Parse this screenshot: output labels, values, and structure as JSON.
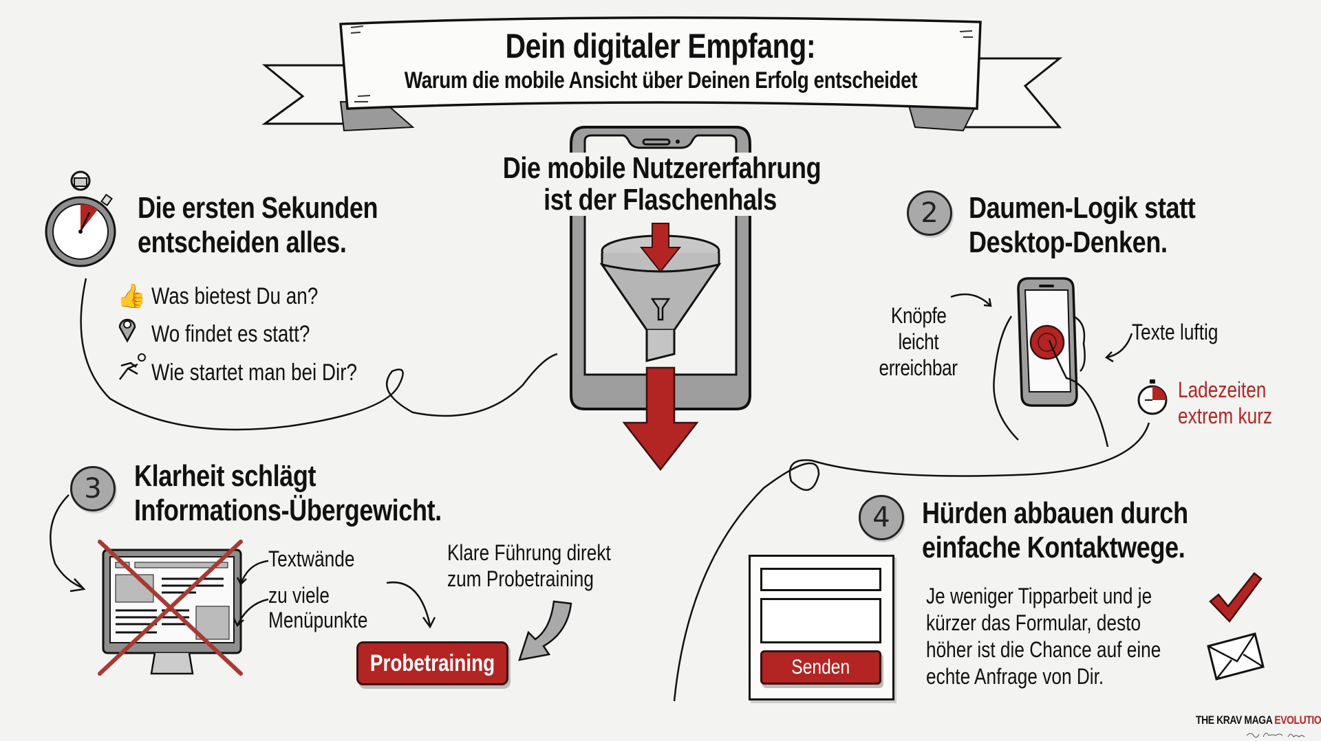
{
  "banner": {
    "title": "Dein digitaler Empfang:",
    "subtitle": "Warum die mobile Ansicht über Deinen Erfolg entscheidet"
  },
  "center": {
    "heading_line1": "Die mobile Nutzererfahrung",
    "heading_line2": "ist der Flaschenhals",
    "icons": [
      "smartphone-icon",
      "funnel-icon",
      "arrow-down-icon"
    ]
  },
  "section1": {
    "icon": "stopwatch-icon",
    "heading_line1": "Die ersten Sekunden",
    "heading_line2": "entscheiden alles.",
    "items": [
      {
        "icon": "thumbs-up-icon",
        "label": "Was bietest Du an?"
      },
      {
        "icon": "location-pin-icon",
        "label": "Wo findet es statt?"
      },
      {
        "icon": "running-person-icon",
        "label": "Wie startet man bei Dir?"
      }
    ]
  },
  "section2": {
    "number": "2",
    "heading_line1": "Daumen-Logik statt",
    "heading_line2": "Desktop-Denken.",
    "label_buttons": [
      "Knöpfe",
      "leicht",
      "erreichbar"
    ],
    "label_text": "Texte luftig",
    "label_loading": [
      "Ladezeiten",
      "extrem kurz"
    ]
  },
  "section3": {
    "number": "3",
    "heading_line1": "Klarheit schlägt",
    "heading_line2": "Informations-Übergewicht.",
    "label_textwalls": "Textwände",
    "label_menu": [
      "zu viele",
      "Menüpunkte"
    ],
    "guide_label": [
      "Klare Führung direkt",
      "zum Probetraining"
    ],
    "cta_button": "Probetraining"
  },
  "section4": {
    "number": "4",
    "heading_line1": "Hürden abbauen durch",
    "heading_line2": "einfache Kontaktwege.",
    "body": [
      "Je weniger Tipparbeit und je",
      "kürzer das Formular, desto",
      "höher ist die Chance auf eine",
      "echte Anfrage von Dir."
    ],
    "form_button": "Senden"
  },
  "logo": {
    "part1": "THE KRAV MAGA ",
    "part2": "EVOLUTION"
  },
  "colors": {
    "accent_red": "#b22523",
    "ink": "#111111",
    "gray": "#a9a9a9",
    "paper": "#f3f3f1"
  }
}
